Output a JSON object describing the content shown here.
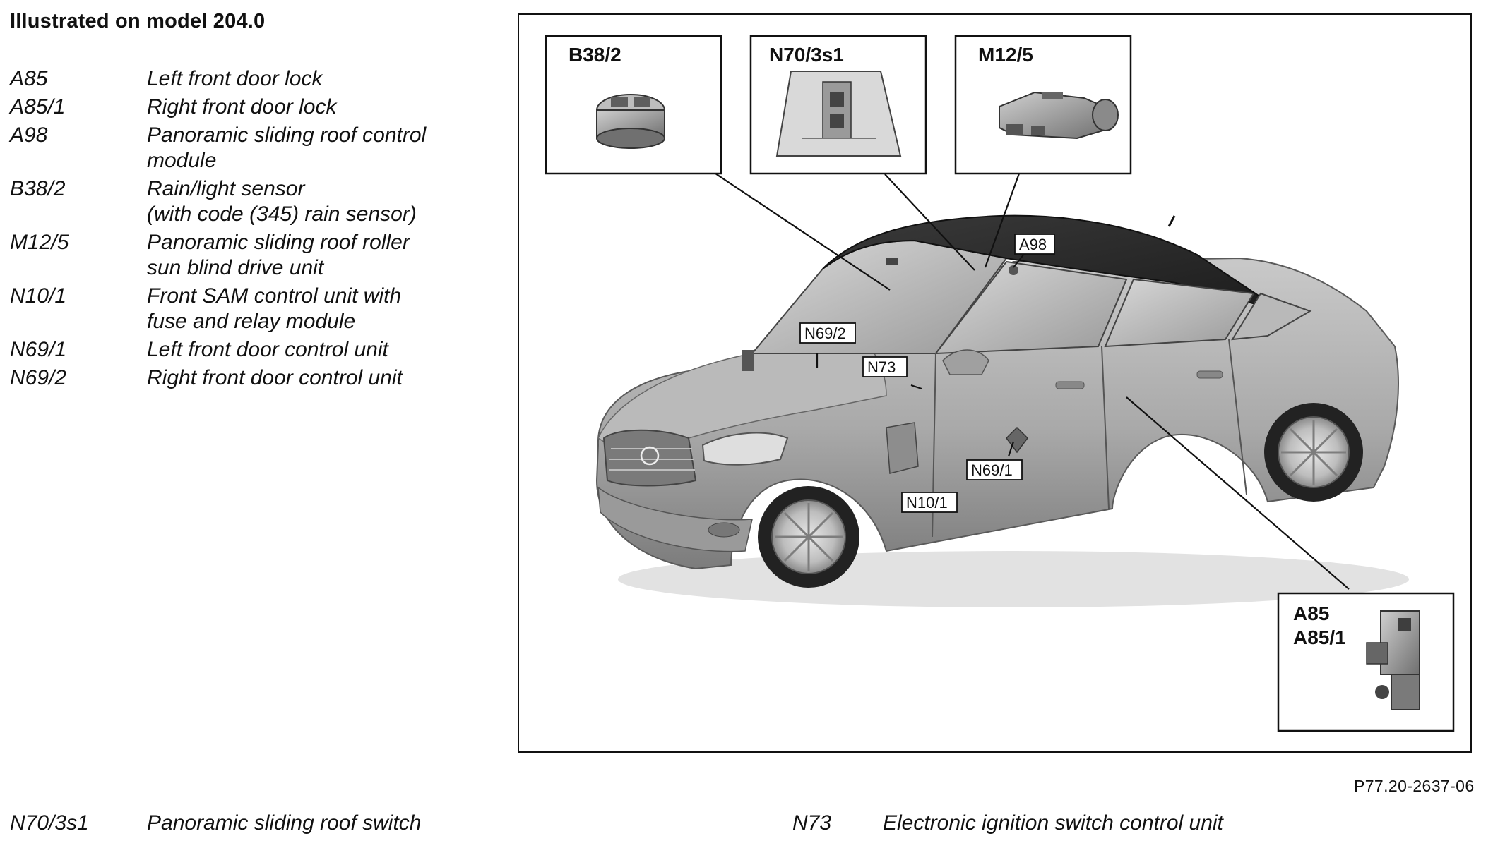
{
  "header": {
    "title": "Illustrated on model 204.0"
  },
  "legend": [
    {
      "code": "A85",
      "desc": "Left front door lock"
    },
    {
      "code": "A85/1",
      "desc": "Right front door lock"
    },
    {
      "code": "A98",
      "desc": "Panoramic sliding roof control\nmodule"
    },
    {
      "code": "B38/2",
      "desc": "Rain/light sensor\n(with code (345) rain sensor)"
    },
    {
      "code": "M12/5",
      "desc": "Panoramic sliding roof roller\nsun blind drive unit"
    },
    {
      "code": "N10/1",
      "desc": "Front SAM control unit with\nfuse and relay module"
    },
    {
      "code": "N69/1",
      "desc": "Left front door control unit"
    },
    {
      "code": "N69/2",
      "desc": "Right front door control unit"
    }
  ],
  "bottom_legend": [
    {
      "code": "N70/3s1",
      "desc": "Panoramic sliding roof switch"
    },
    {
      "code": "N73",
      "desc": "Electronic ignition switch control unit"
    }
  ],
  "diagram": {
    "detail_boxes": {
      "b38_2": "B38/2",
      "n70_3s1": "N70/3s1",
      "m12_5": "M12/5",
      "a85_line1": "A85",
      "a85_line2": "A85/1"
    },
    "callouts": {
      "a98": "A98",
      "n69_2": "N69/2",
      "n73": "N73",
      "n69_1": "N69/1",
      "n10_1": "N10/1"
    }
  },
  "reference": "P77.20-2637-06"
}
